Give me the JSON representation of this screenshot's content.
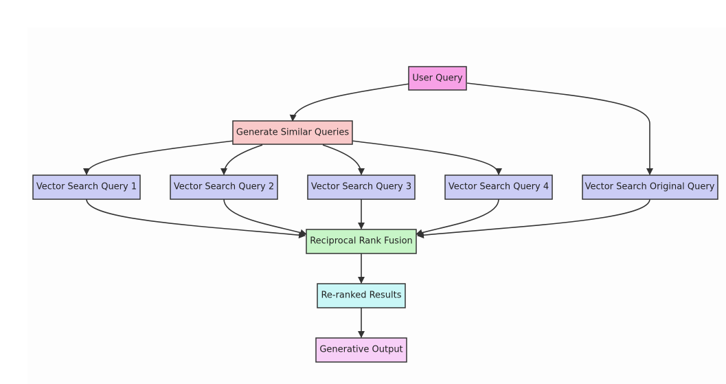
{
  "diagram": {
    "type": "flowchart",
    "nodes": {
      "user_query": {
        "label": "User Query",
        "color": "#f7a1e6"
      },
      "generate_similar": {
        "label": "Generate Similar Queries",
        "color": "#f9c9c9"
      },
      "vsq1": {
        "label": "Vector Search Query 1",
        "color": "#cbcdf5"
      },
      "vsq2": {
        "label": "Vector Search Query 2",
        "color": "#cbcdf5"
      },
      "vsq3": {
        "label": "Vector Search Query 3",
        "color": "#cbcdf5"
      },
      "vsq4": {
        "label": "Vector Search Query 4",
        "color": "#cbcdf5"
      },
      "vs_original": {
        "label": "Vector Search Original Query",
        "color": "#cbcdf5"
      },
      "rrf": {
        "label": "Reciprocal Rank Fusion",
        "color": "#c7f5c7"
      },
      "reranked": {
        "label": "Re-ranked Results",
        "color": "#c9f7f7"
      },
      "generative": {
        "label": "Generative Output",
        "color": "#f7cff7"
      }
    },
    "edges": [
      [
        "user_query",
        "generate_similar"
      ],
      [
        "user_query",
        "vs_original"
      ],
      [
        "generate_similar",
        "vsq1"
      ],
      [
        "generate_similar",
        "vsq2"
      ],
      [
        "generate_similar",
        "vsq3"
      ],
      [
        "generate_similar",
        "vsq4"
      ],
      [
        "vsq1",
        "rrf"
      ],
      [
        "vsq2",
        "rrf"
      ],
      [
        "vsq3",
        "rrf"
      ],
      [
        "vsq4",
        "rrf"
      ],
      [
        "vs_original",
        "rrf"
      ],
      [
        "rrf",
        "reranked"
      ],
      [
        "reranked",
        "generative"
      ]
    ],
    "edge_color": "#333333",
    "border_color": "#333333"
  }
}
